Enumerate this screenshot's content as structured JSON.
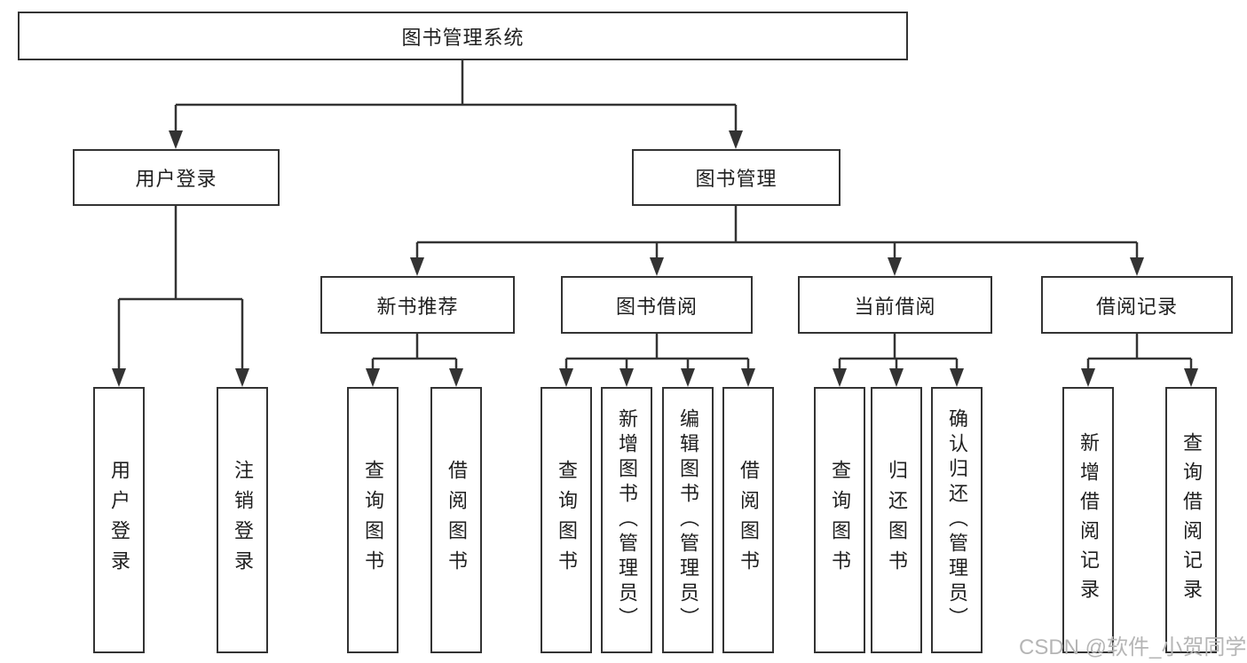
{
  "diagram_type": "hierarchy-tree",
  "nodes": {
    "root": "图书管理系统",
    "user_login_group": "用户登录",
    "book_mgmt_group": "图书管理",
    "new_book_rec": "新书推荐",
    "book_borrow": "图书借阅",
    "current_borrow": "当前借阅",
    "borrow_records": "借阅记录",
    "leaves": {
      "user_login": "用户登录",
      "logout": "注销登录",
      "nbr_query_books": "查询图书",
      "nbr_borrow_books": "借阅图书",
      "bb_query_books": "查询图书",
      "bb_add_books": "新增图书（管理员）",
      "bb_edit_books": "编辑图书（管理员）",
      "bb_borrow_books": "借阅图书",
      "cb_query_books": "查询图书",
      "cb_return_books": "归还图书",
      "cb_confirm_return": "确认归还（管理员）",
      "br_add_record": "新增借阅记录",
      "br_query_record": "查询借阅记录"
    }
  },
  "watermark": "CSDN @软件_小贺同学",
  "colors": {
    "line": "#333333",
    "box_border": "#333333",
    "text": "#1f1f1f",
    "watermark": "#b5b5b5",
    "background": "#ffffff"
  }
}
